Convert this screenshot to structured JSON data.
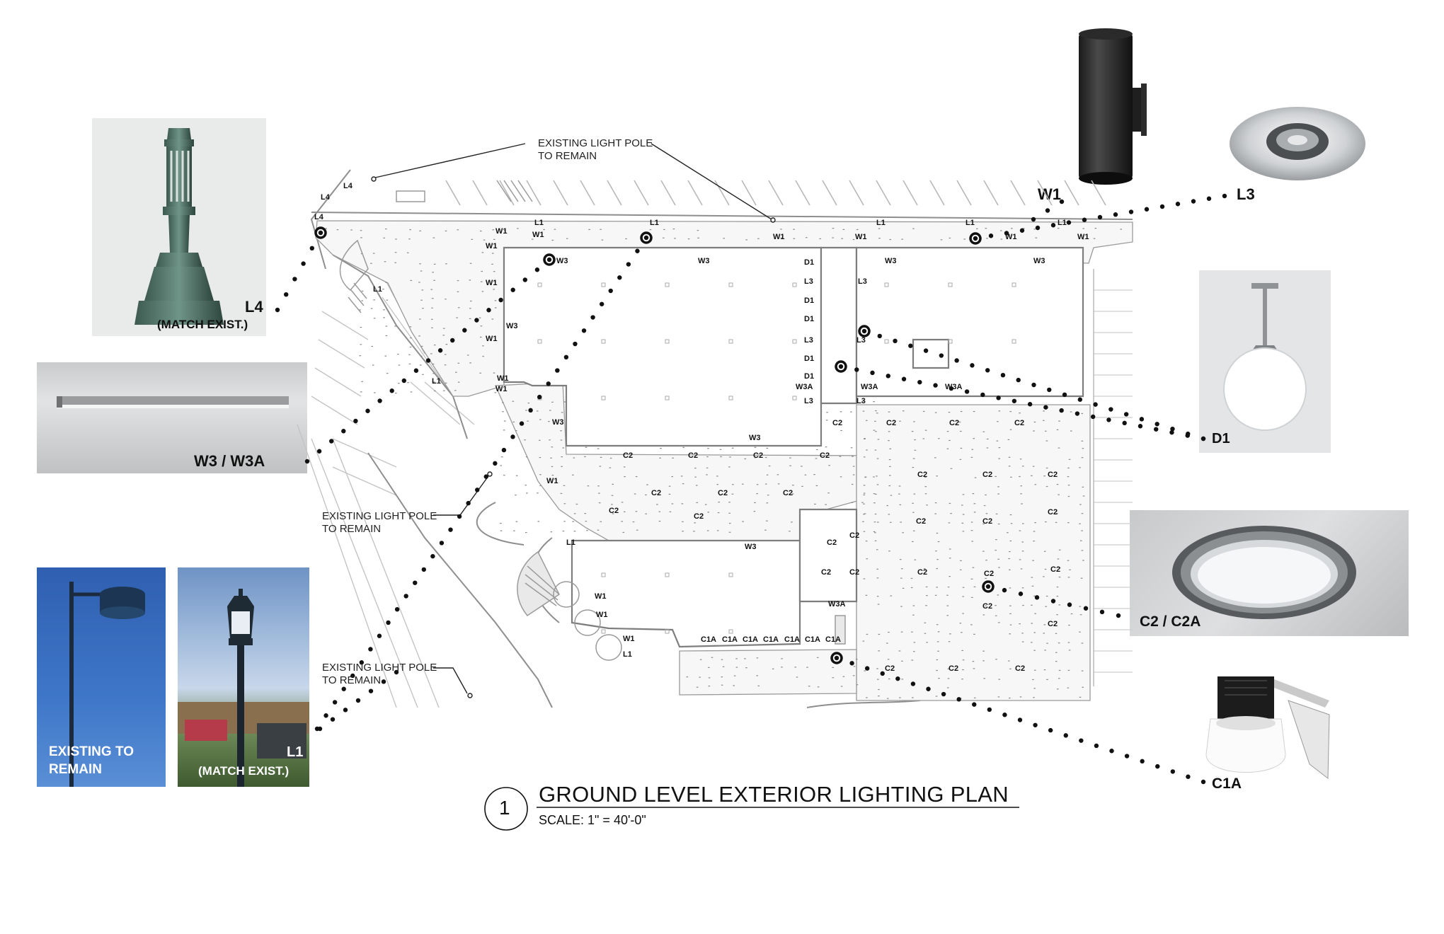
{
  "plan": {
    "number": "1",
    "title": "GROUND LEVEL EXTERIOR LIGHTING PLAN",
    "scale": "SCALE:   1\" = 40'-0\""
  },
  "callouts": {
    "pole_top": [
      "EXISTING LIGHT POLE",
      "TO REMAIN"
    ],
    "pole_mid": [
      "EXISTING LIGHT POLE",
      "TO REMAIN"
    ],
    "pole_low": [
      "EXISTING LIGHT POLE",
      "TO REMAIN"
    ]
  },
  "fixtures": {
    "L4": {
      "code": "L4",
      "note": "(MATCH EXIST.)"
    },
    "W3": {
      "code": "W3 / W3A"
    },
    "existing": {
      "line1": "EXISTING TO",
      "line2": "REMAIN"
    },
    "L1": {
      "code": "L1",
      "note": "(MATCH EXIST.)"
    },
    "W1": {
      "code": "W1"
    },
    "L3": {
      "code": "L3"
    },
    "D1": {
      "code": "D1"
    },
    "C2": {
      "code": "C2 / C2A"
    },
    "C1A": {
      "code": "C1A"
    }
  },
  "plan_tags": {
    "w1": "W1",
    "l1": "L1",
    "l4": "L4",
    "w3": "W3",
    "w3a": "W3A",
    "d1": "D1",
    "l3": "L3",
    "c2": "C2",
    "c1a": "C1A"
  }
}
